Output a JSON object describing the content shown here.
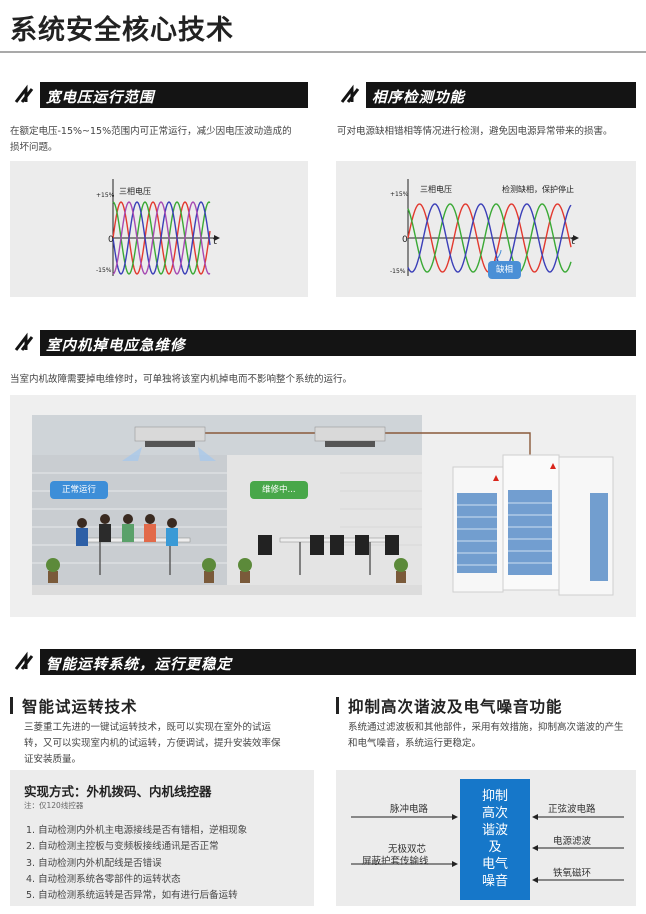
{
  "page_title": "系统安全核心技术",
  "sections": {
    "voltage": {
      "banner": "宽电压运行范围",
      "desc_line1": "在额定电压-15%~15%范围内可正常运行，减少因电压波动造成的",
      "desc_line2": "损坏问题。",
      "chart_title": "三相电压",
      "y_top": "+15%",
      "y_zero": "0",
      "y_bottom": "-15%",
      "x_label": "t"
    },
    "phase": {
      "banner": "相序检测功能",
      "desc": "可对电源缺相错相等情况进行检测，避免因电源异常带来的损害。",
      "chart_title": "三相电压",
      "annotation": "检测缺相，保护停止",
      "missing_label": "缺相",
      "y_top": "+15%",
      "y_zero": "0",
      "y_bottom": "-15%",
      "x_label": "t"
    },
    "indoor": {
      "banner": "室内机掉电应急维修",
      "desc": "当室内机故障需要掉电维修时，可单独将该室内机掉电而不影响整个系统的运行。",
      "status_normal": "正常运行",
      "status_repair": "维修中..."
    },
    "smart": {
      "banner": "智能运转系统，运行更稳定",
      "trial": {
        "heading": "智能试运转技术",
        "desc_line1": "三菱重工先进的一键试运转技术，既可以实现在室外的试运",
        "desc_line2": "转，又可以实现室内机的试运转，方便调试，提升安装效率保",
        "desc_line3": "证安装质量。",
        "method_title": "实现方式：外机拨码、内机线控器",
        "method_note": "注：仅120线控器",
        "steps": [
          "1. 自动检测内外机主电源接线是否有错相，逆相现象",
          "2. 自动检测主控板与变频板接线通讯是否正常",
          "3. 自动检测内外机配线是否错误",
          "4. 自动检测系统各零部件的运转状态",
          "5. 自动检测系统运转是否异常，如有进行后备运转"
        ]
      },
      "noise": {
        "heading": "抑制高次谐波及电气噪音功能",
        "desc_line1": "系统通过滤波板和其他部件，采用有效措施，抑制高次谐波的产生",
        "desc_line2": "和电气噪音，系统运行更稳定。",
        "center_lines": [
          "抑制",
          "高次",
          "谐波",
          "及",
          "电气",
          "噪音"
        ],
        "left_top": "脉冲电路",
        "left_bottom_line1": "无极双芯",
        "left_bottom_line2": "屏蔽护套传输线",
        "right_top": "正弦波电路",
        "right_mid": "电源滤波",
        "right_bottom": "铁氧磁环"
      }
    }
  },
  "colors": {
    "banner": "#141414",
    "gray_box": "#ececec",
    "blue": "#1677c9",
    "wave_red": "#e2392f",
    "wave_green": "#3aa935",
    "wave_blue": "#3b3fb8",
    "wave_purple": "#a64ab2",
    "pill_blue": "#3d8ed8",
    "pill_green": "#48a74a"
  }
}
